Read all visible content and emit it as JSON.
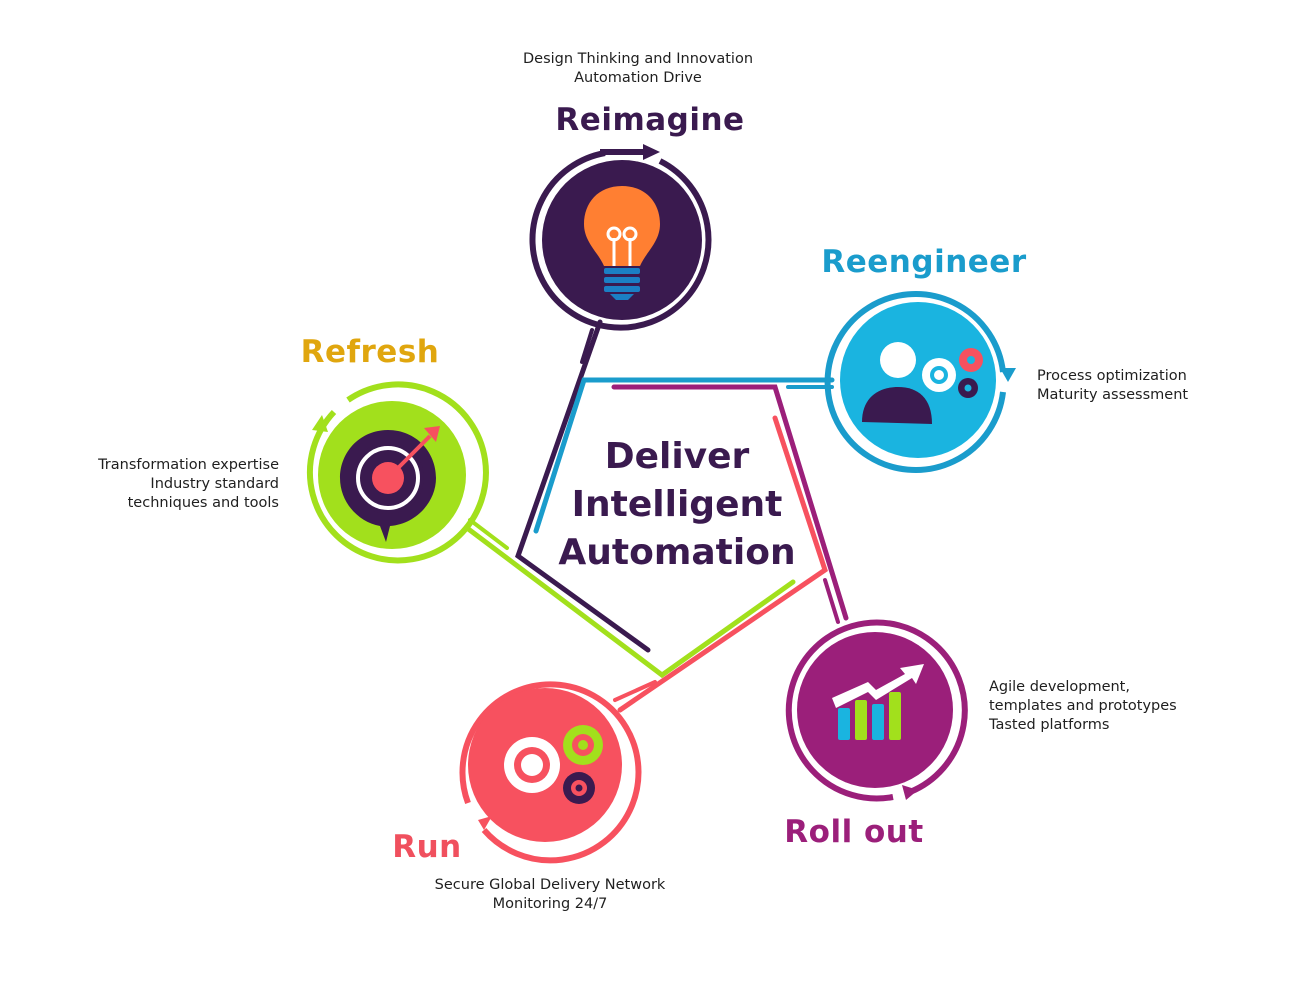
{
  "center": {
    "lines": [
      "Deliver",
      "Intelligent",
      "Automation"
    ],
    "color": "#3a1a4f"
  },
  "stages": [
    {
      "key": "reimagine",
      "title": "Reimagine",
      "color": "#3a1a4f",
      "title_color": "#3a1a4f",
      "icon": "lightbulb-icon",
      "description": [
        "Design Thinking and Innovation",
        "Automation Drive"
      ]
    },
    {
      "key": "reengineer",
      "title": "Reengineer",
      "color": "#1ab4e0",
      "title_color": "#1a9ccc",
      "ring_color": "#1a9ccc",
      "icon": "person-gears-icon",
      "description": [
        "Process optimization",
        "Maturity assessment"
      ]
    },
    {
      "key": "rollout",
      "title": "Roll out",
      "color": "#9b1f7a",
      "title_color": "#9b1f7a",
      "icon": "growth-chart-icon",
      "description": [
        "Agile development,",
        "templates and prototypes",
        "Tasted platforms"
      ]
    },
    {
      "key": "run",
      "title": "Run",
      "color": "#f7515f",
      "title_color": "#f0505e",
      "icon": "gears-icon",
      "description": [
        "Secure Global Delivery Network",
        "Monitoring 24/7"
      ]
    },
    {
      "key": "refresh",
      "title": "Refresh",
      "color": "#a2e01c",
      "title_color": "#e0a60e",
      "icon": "target-icon",
      "description": [
        "Transformation expertise",
        "Industry standard",
        "techniques and tools"
      ]
    }
  ],
  "palette": {
    "orange": "#ff7f32",
    "blue_base": "#1b7fc4",
    "white": "#ffffff"
  }
}
